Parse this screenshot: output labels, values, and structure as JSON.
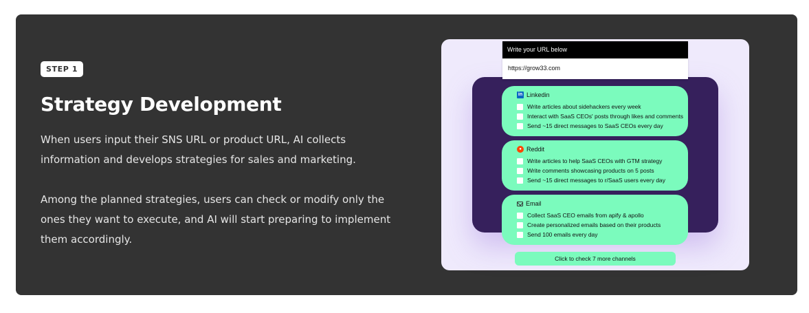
{
  "step_badge": "STEP 1",
  "title": "Strategy Development",
  "paragraphs": [
    "When users input their SNS URL or product URL, AI collects information and develops strategies for sales and marketing.",
    "Among the planned strategies, users can check or modify only the ones they want to execute, and AI will start preparing to implement them accordingly."
  ],
  "mockup": {
    "url_prompt": "Write your URL below",
    "url_value": "https://grow33.com",
    "channels": [
      {
        "name": "Linkedin",
        "icon": "linkedin-icon",
        "items": [
          "Write articles about sidehackers every week",
          "Interact with SaaS CEOs' posts through likes and comments",
          "Send ~15 direct messages to SaaS CEOs every day"
        ]
      },
      {
        "name": "Reddit",
        "icon": "reddit-icon",
        "items": [
          "Write articles to help SaaS CEOs with GTM strategy",
          "Write comments showcasing products on 5 posts",
          "Send ~15 direct messages to r/SaaS users every day"
        ]
      },
      {
        "name": "Email",
        "icon": "mail-icon",
        "items": [
          "Collect SaaS CEO emails from apify & apollo",
          "Create personalized emails based on their products",
          "Send 100 emails every day"
        ]
      }
    ],
    "more_button": "Click to check 7 more channels"
  },
  "colors": {
    "card_bg": "#333333",
    "mock_bg": "#efeafc",
    "purple": "#36205c",
    "mint": "#7bfbbd"
  }
}
